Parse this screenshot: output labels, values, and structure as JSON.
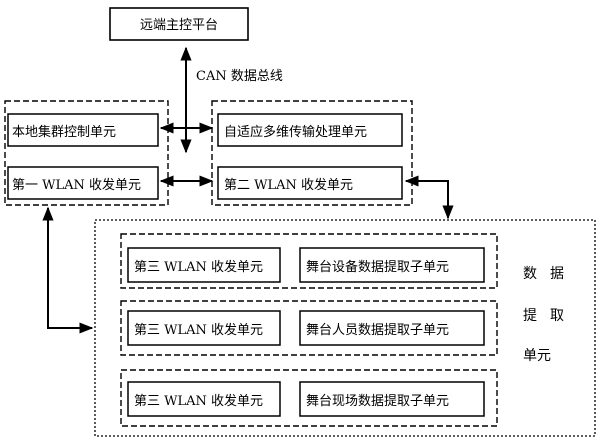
{
  "platform": {
    "label": "远端主控平台"
  },
  "bus": {
    "label": "CAN 数据总线"
  },
  "left_group": {
    "cluster_ctrl": "本地集群控制单元",
    "wlan1": "第一 WLAN 收发单元"
  },
  "right_group": {
    "adaptive": "自适应多维传输处理单元",
    "wlan2": "第二 WLAN 收发单元"
  },
  "extract_unit": {
    "side_label": [
      "数",
      "据",
      "提",
      "取",
      "单元"
    ],
    "rows": [
      {
        "wlan": "第三 WLAN 收发单元",
        "extract": "舞台设备数据提取子单元"
      },
      {
        "wlan": "第三 WLAN 收发单元",
        "extract": "舞台人员数据提取子单元"
      },
      {
        "wlan": "第三 WLAN 收发单元",
        "extract": "舞台现场数据提取子单元"
      }
    ]
  }
}
